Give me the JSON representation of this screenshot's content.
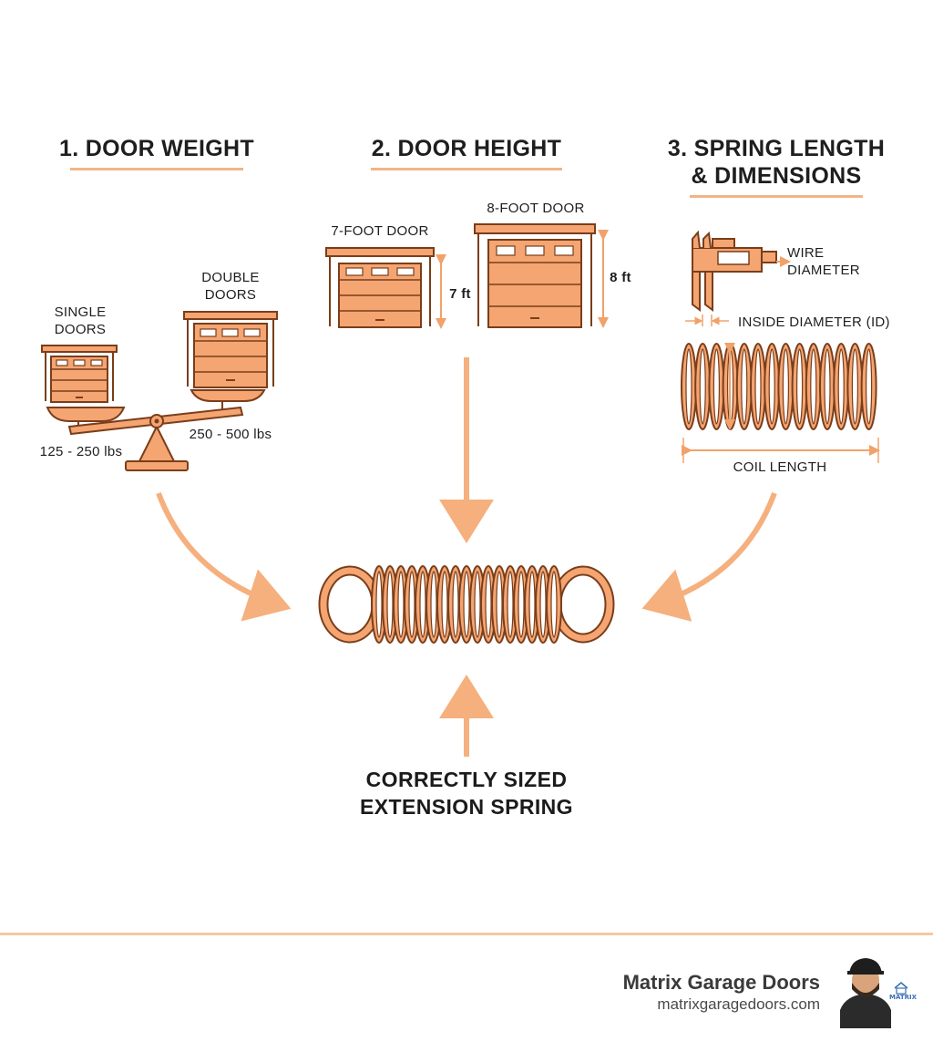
{
  "sections": {
    "weight": {
      "heading": "1. DOOR WEIGHT",
      "single_label": "SINGLE\nDOORS",
      "double_label": "DOUBLE\nDOORS",
      "single_range": "125 - 250 lbs",
      "double_range": "250 - 500 lbs"
    },
    "height": {
      "heading": "2. DOOR HEIGHT",
      "seven_label": "7-FOOT DOOR",
      "eight_label": "8-FOOT DOOR",
      "seven_dim": "7 ft",
      "eight_dim": "8 ft"
    },
    "dimensions": {
      "heading_line1": "3. SPRING LENGTH",
      "heading_line2": "& DIMENSIONS",
      "wire_label_line1": "WIRE",
      "wire_label_line2": "DIAMETER",
      "id_label": "INSIDE DIAMETER (ID)",
      "coil_label": "COIL LENGTH"
    }
  },
  "result": {
    "line1": "CORRECTLY SIZED",
    "line2": "EXTENSION SPRING"
  },
  "footer": {
    "brand": "Matrix Garage Doors",
    "url": "matrixgaragedoors.com",
    "logo_text": "MATRIX"
  },
  "colors": {
    "accent": "#f4a572",
    "accent_light": "#f7c39d",
    "outline": "#7a3e1a",
    "arrow": "#f5b07e"
  }
}
